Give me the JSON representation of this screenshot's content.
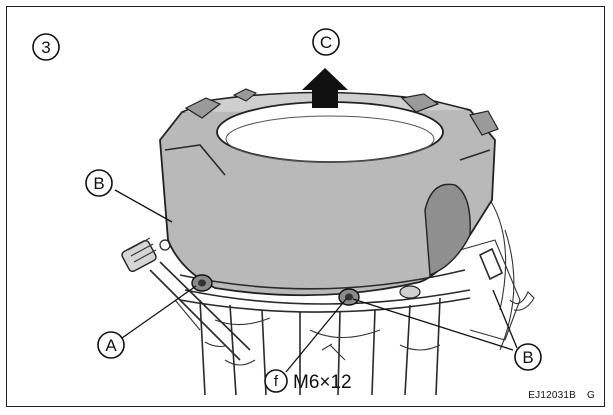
{
  "figure": {
    "step_number": "3",
    "figure_code": "EJ12031B",
    "figure_suffix": "G"
  },
  "callouts": {
    "a": "A",
    "b_left": "B",
    "b_right": "B",
    "c": "C",
    "f": "f",
    "f_spec": "M6×12"
  },
  "colors": {
    "housing_fill": "#b9b9b9",
    "housing_shade": "#8f8f8f",
    "arrow": "#111111",
    "line": "#222222"
  }
}
